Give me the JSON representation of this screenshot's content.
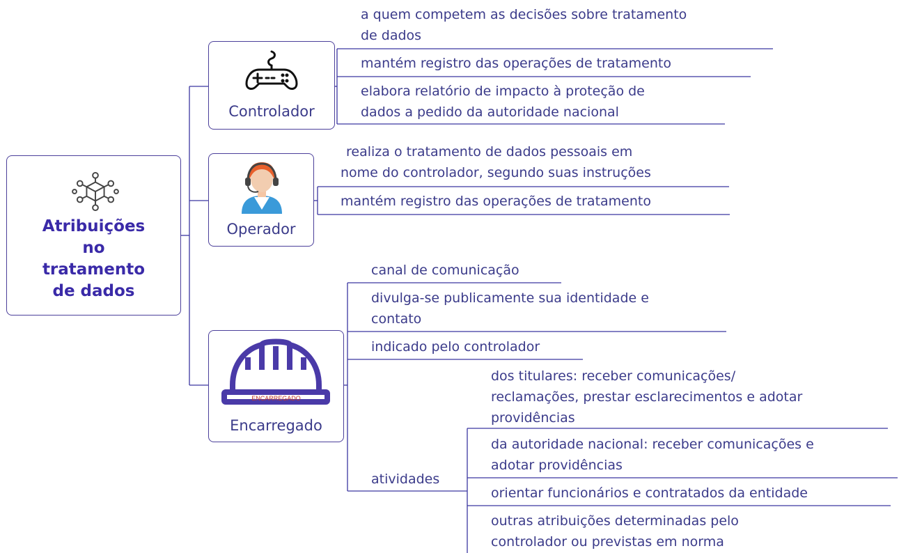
{
  "root": {
    "title": "Atribuições\nno\ntratamento\n de dados",
    "icon": "network-cube-icon"
  },
  "controlador": {
    "label": "Controlador",
    "icon": "gamepad-icon",
    "items": [
      [
        "a quem competem as decisões sobre tratamento",
        "de dados"
      ],
      [
        "mantém registro das operações de tratamento"
      ],
      [
        "elabora relatório de impacto à proteção de",
        "dados a pedido da autoridade nacional"
      ]
    ]
  },
  "operador": {
    "label": "Operador",
    "icon": "headset-operator-icon",
    "items": [
      [
        "realiza o tratamento de dados pessoais em",
        "nome do controlador, segundo suas instruções"
      ],
      [
        "mantém registro das operações de tratamento"
      ]
    ]
  },
  "encarregado": {
    "label": "Encarregado",
    "icon": "hard-hat-icon",
    "icon_text": "ENCARREGADO",
    "items": [
      [
        "canal de comunicação"
      ],
      [
        "divulga-se publicamente sua identidade e",
        "contato"
      ],
      [
        "indicado pelo controlador"
      ]
    ],
    "atividades": {
      "label": "atividades",
      "items": [
        [
          "dos titulares: receber comunicações/",
          "reclamações, prestar esclarecimentos e adotar",
          "providências"
        ],
        [
          "da autoridade nacional: receber comunicações e",
          "adotar providências"
        ],
        [
          "orientar funcionários e contratados da entidade"
        ],
        [
          "outras atribuições determinadas pelo",
          "controlador ou previstas em norma"
        ]
      ]
    }
  },
  "colors": {
    "line": "#3b36a0",
    "text": "#3b3b8a",
    "title": "#3a2aa8",
    "orange": "#f07a1a",
    "purple": "#4a3aa8"
  }
}
